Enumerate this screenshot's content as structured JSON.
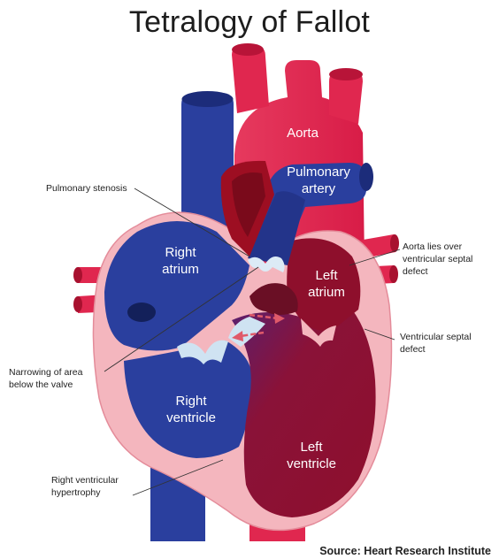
{
  "title": "Tetralogy of Fallot",
  "labels": {
    "aorta": "Aorta",
    "pulmonary_artery": [
      "Pulmonary",
      "artery"
    ],
    "right_atrium": [
      "Right",
      "atrium"
    ],
    "left_atrium": [
      "Left",
      "atrium"
    ],
    "right_ventricle": [
      "Right",
      "ventricle"
    ],
    "left_ventricle": [
      "Left",
      "ventricle"
    ]
  },
  "callouts": {
    "pulmonary_stenosis": [
      "Pulmonary stenosis"
    ],
    "aorta_over_vsd": [
      "Aorta lies over",
      "ventricular septal",
      "defect"
    ],
    "vsd": [
      "Ventricular septal",
      "defect"
    ],
    "narrowing": [
      "Narrowing of area",
      "below the valve"
    ],
    "rv_hypertrophy": [
      "Right ventricular",
      "hypertrophy"
    ]
  },
  "source": "Source: Heart Research Institute",
  "colors": {
    "vein_blue": "#2a3f9e",
    "aorta_red": "#e0274f",
    "heart_pink": "#f4b6be",
    "left_heart": "#8e0f2c",
    "dark_red": "#9d0e22"
  }
}
